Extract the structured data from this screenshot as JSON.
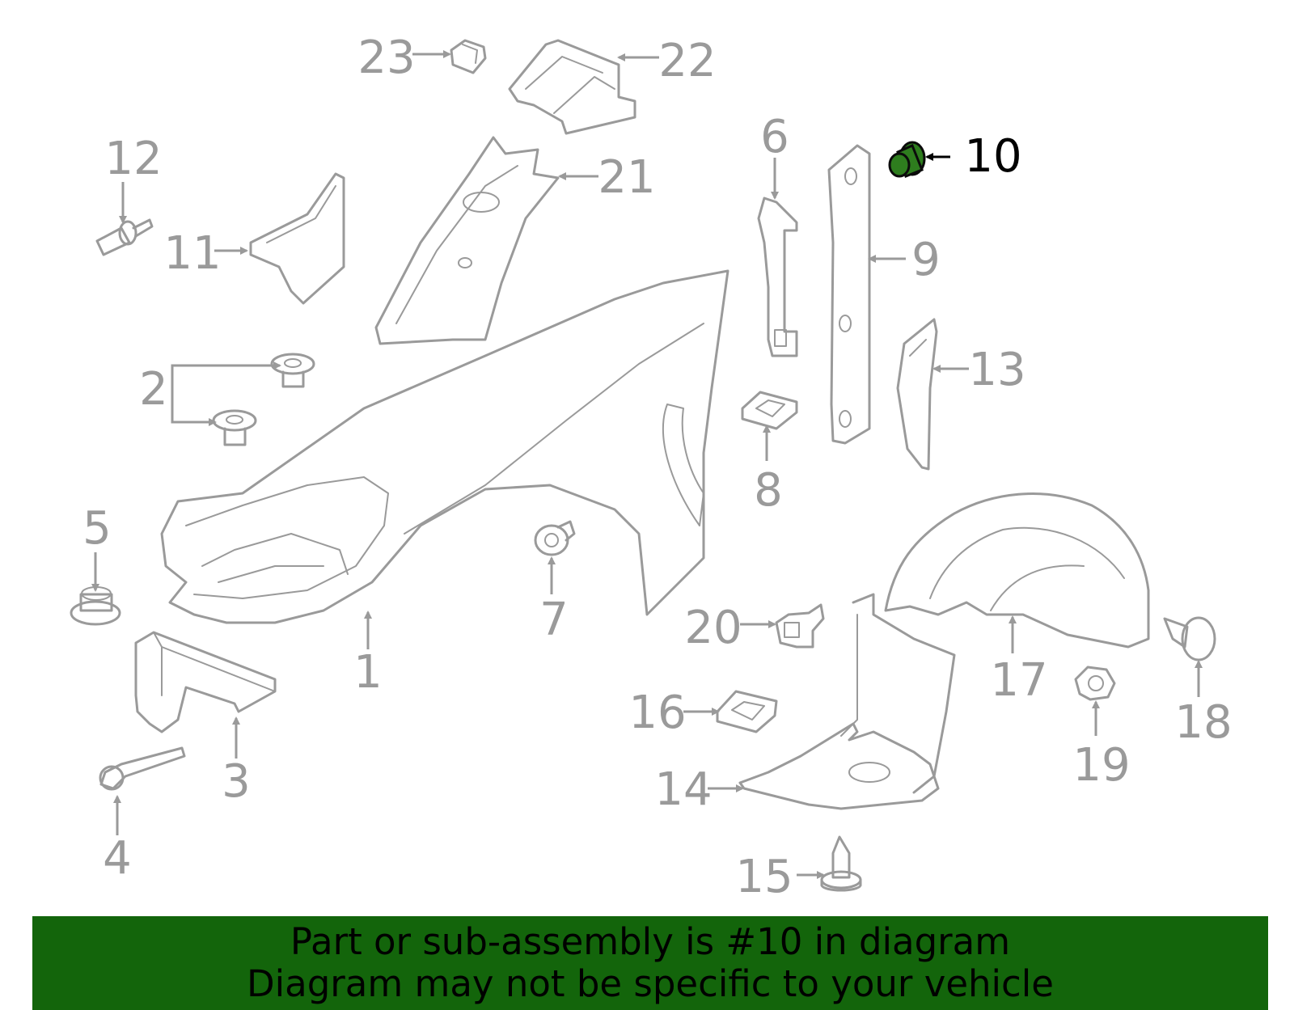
{
  "highlight_color": "#13650b",
  "highlight_part": "10",
  "labels": [
    "1",
    "2",
    "3",
    "4",
    "5",
    "6",
    "7",
    "8",
    "9",
    "10",
    "11",
    "12",
    "13",
    "14",
    "15",
    "16",
    "17",
    "18",
    "19",
    "20",
    "21",
    "22",
    "23"
  ],
  "banner": {
    "line1": "Part or sub-assembly is #10 in diagram",
    "line2": "Diagram may not be specific to your vehicle"
  }
}
